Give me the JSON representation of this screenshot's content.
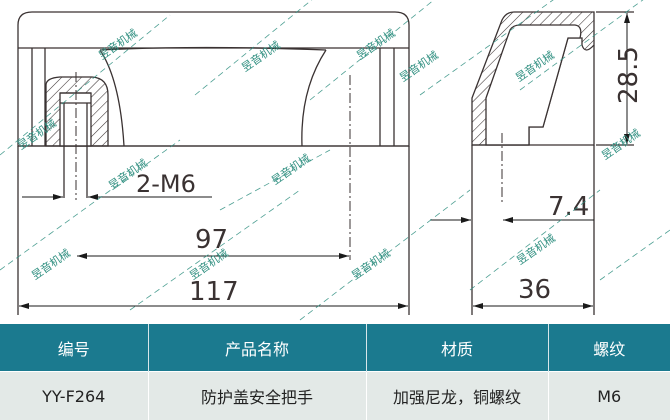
{
  "drawing": {
    "front_view": {
      "thread_label": "2-M6",
      "hole_spacing": "97",
      "overall_length": "117"
    },
    "side_view": {
      "height": "28.5",
      "hole_offset": "7.4",
      "depth": "36"
    },
    "watermark": "昱音机械",
    "colors": {
      "line": "#3a3232",
      "watermark": "#2f8f80"
    }
  },
  "table": {
    "headers": [
      "编号",
      "产品名称",
      "材质",
      "螺纹"
    ],
    "row": [
      "YY-F264",
      "防护盖安全把手",
      "加强尼龙，铜螺纹",
      "M6"
    ],
    "colors": {
      "header_bg": "#1b7a8f",
      "row_bg": "#e3e9e7"
    }
  }
}
